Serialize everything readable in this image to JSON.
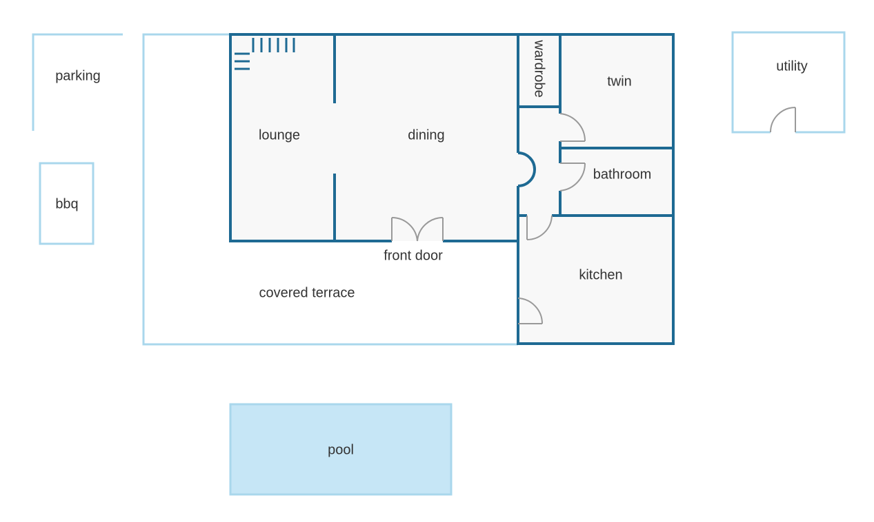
{
  "colors": {
    "wall": "#1e6a93",
    "outline": "#a9d7ec",
    "floor": "#f8f8f8",
    "pool": "#c6e6f6",
    "door": "#999999",
    "text": "#333333"
  },
  "rooms": {
    "parking": "parking",
    "bbq": "bbq",
    "lounge": "lounge",
    "dining": "dining",
    "wardrobe": "wardrobe",
    "twin": "twin",
    "bathroom": "bathroom",
    "kitchen": "kitchen",
    "front_door": "front door",
    "covered_terrace": "covered terrace",
    "utility": "utility",
    "pool": "pool"
  }
}
